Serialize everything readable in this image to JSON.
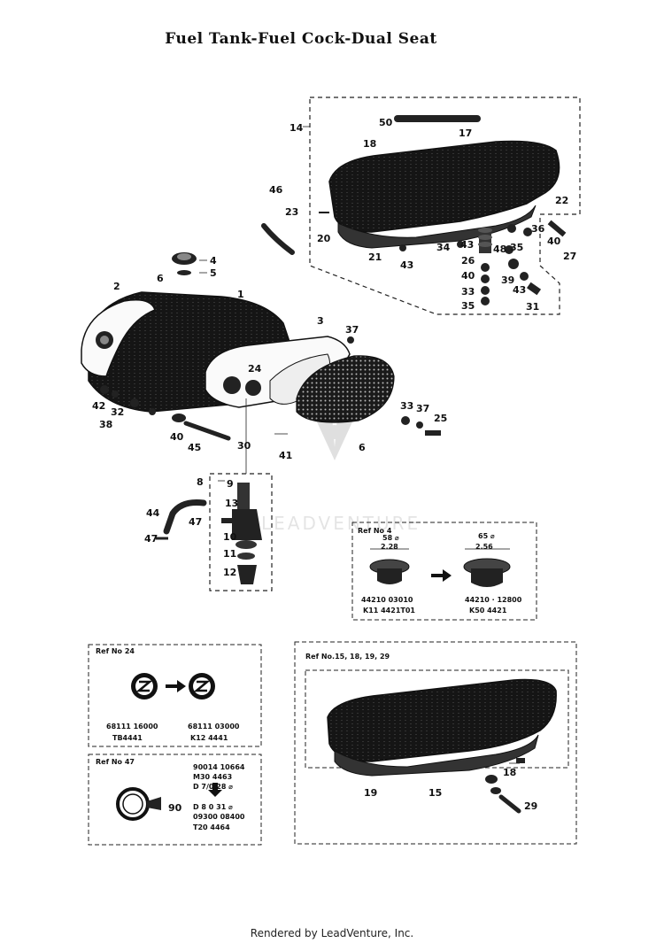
{
  "title": "Fuel Tank-Fuel Cock-Dual Seat",
  "footer": "Rendered by LeadVenture, Inc.",
  "watermark_text": "LEADVENTURE",
  "callouts": {
    "c14": "14",
    "c50": "50",
    "c17": "17",
    "c18": "18",
    "c22": "22",
    "c46": "46",
    "c23": "23",
    "c20": "20",
    "c21": "21",
    "c43a": "43",
    "c34": "34",
    "c36": "36",
    "c26": "26",
    "c48": "48",
    "c40a": "40",
    "c43b": "43",
    "c35a": "35",
    "c40b": "40",
    "c27": "27",
    "c35b": "35",
    "c33": "33",
    "c39": "39",
    "c43c": "43",
    "c31": "31",
    "c4": "4",
    "c5": "5",
    "c2": "2",
    "c6a": "6",
    "c1": "1",
    "c3": "3",
    "c37a": "37",
    "c24": "24",
    "c42": "42",
    "c32": "32",
    "c38": "38",
    "c40c": "40",
    "c45": "45",
    "c30": "30",
    "c41": "41",
    "c33b": "33",
    "c37b": "37",
    "c25": "25",
    "c6b": "6",
    "c8": "8",
    "c9": "9",
    "c13": "13",
    "c44": "44",
    "c47a": "47",
    "c47b": "47",
    "c10": "10",
    "c11": "11",
    "c12": "12"
  },
  "ref4": {
    "heading": "Ref No 4",
    "left_dim_top": "58 ⌀",
    "left_dim": "2.28",
    "right_dim_top": "65 ⌀",
    "right_dim": "2.56",
    "left_part_1": "44210  03010",
    "left_part_2": "K11  4421T01",
    "right_part_1": "44210 · 12800",
    "right_part_2": "K50  4421"
  },
  "ref24": {
    "heading": "Ref No 24",
    "left_part_1": "68111  16000",
    "left_part_2": "TB4441",
    "right_part_1": "68111  03000",
    "right_part_2": "K12  4441"
  },
  "ref47": {
    "heading": "Ref No 47",
    "line1": "90014  10664",
    "line2": "M30  4463",
    "line3": "D  7/0  28 ⌀",
    "line4": "D  8  0  31 ⌀",
    "line5": "09300  08400",
    "line6": "T20  4464",
    "c90": "90"
  },
  "ref_seat": {
    "heading": "Ref No.15, 18, 19, 29",
    "c18": "18",
    "c19": "19",
    "c15": "15",
    "c29": "29"
  }
}
